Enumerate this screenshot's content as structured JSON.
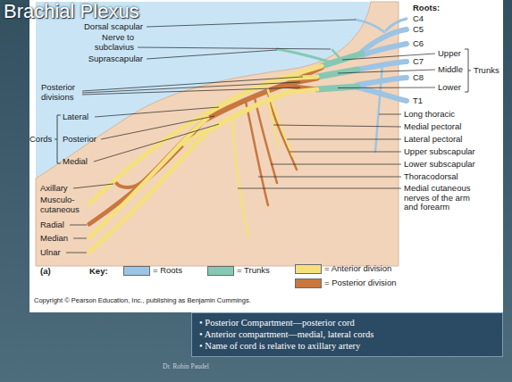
{
  "diagram": {
    "title": "Brachial Plexus",
    "nodes": [
      {
        "text": [
          "• Posterior Compartment—posterior cord",
          "• Anterior compartment—medial, lateral cords",
          "• Name of cord is relative to axillary artery"
        ]
      }
    ],
    "labels": [
      "Roots:",
      "C4",
      "C5",
      "C6",
      "C7",
      "C8",
      "T1",
      "Upper",
      "Middle",
      "Lower",
      "Trunks",
      "Dorsal scapular",
      "Nerve to subclavius",
      "Suprascapular",
      "Posterior divisions",
      "Cords",
      "Lateral",
      "Posterior",
      "Medial",
      "Long thoracic",
      "Medial pectoral",
      "Lateral pectoral",
      "Upper subscapular",
      "Lower subscapular",
      "Thoracodorsal",
      "Medial cutaneous nerves of the arm and forearm",
      "Axillary",
      "Musculo- cutaneous",
      "Radial",
      "Median",
      "Ulnar",
      "(a)",
      "Key:",
      "Copyright © Pearson Education, Inc., publishing as Benjamin Cummings.",
      "Dr. Robin Paudel"
    ],
    "legend": [
      {
        "text": "= Roots",
        "color": "#9cc4e4"
      },
      {
        "text": "= Trunks",
        "color": "#86c8b4"
      },
      {
        "text": "= Anterior division",
        "color": "#f5e07e"
      },
      {
        "text": "= Posterior division",
        "color": "#c8773e"
      }
    ]
  }
}
